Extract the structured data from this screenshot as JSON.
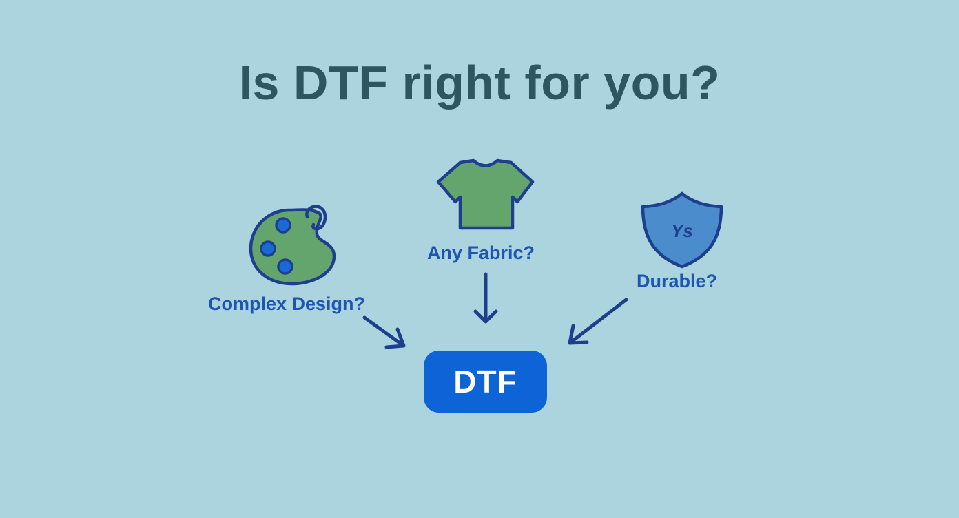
{
  "title": "Is DTF right for you?",
  "nodes": {
    "fabric": {
      "label": "Any Fabric?",
      "icon": "t-shirt-icon"
    },
    "design": {
      "label": "Complex Design?",
      "icon": "palette-icon"
    },
    "durable": {
      "label": "Durable?",
      "icon": "shield-icon",
      "shield_text": "Ys"
    }
  },
  "target": {
    "label": "DTF"
  },
  "colors": {
    "background": "#acd4de",
    "title": "#2e5660",
    "label": "#1d55b3",
    "outline": "#1e3f8c",
    "icon_fill_green": "#63a56d",
    "shield_fill": "#4a8ccc",
    "palette_dot": "#1a6ad6",
    "dtf_box": "#0e63d6"
  }
}
